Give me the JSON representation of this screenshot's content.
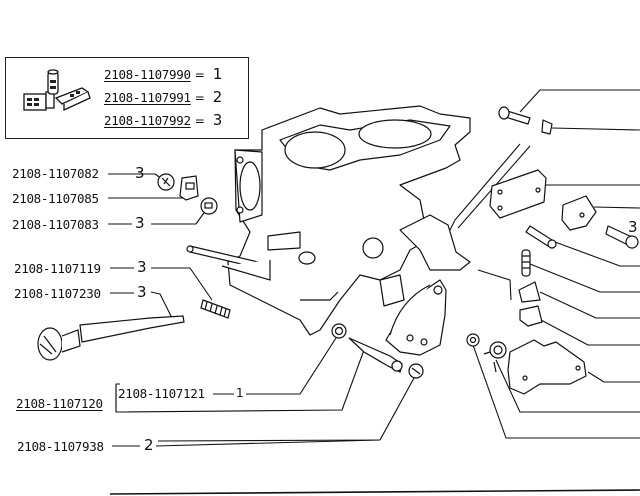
{
  "legend": {
    "title": "repair kit legend",
    "rows": [
      {
        "part": "2108-1107990",
        "eq": "=",
        "kit": "1"
      },
      {
        "part": "2108-1107991",
        "eq": "=",
        "kit": "2"
      },
      {
        "part": "2108-1107992",
        "eq": "=",
        "kit": "3"
      }
    ]
  },
  "callouts": [
    {
      "part": "2108-1107082",
      "kit": "3"
    },
    {
      "part": "2108-1107085",
      "kit": ""
    },
    {
      "part": "2108-1107083",
      "kit": "3"
    },
    {
      "part": "2108-1107119",
      "kit": "3"
    },
    {
      "part": "2108-1107230",
      "kit": "3"
    },
    {
      "part": "2108-1107120",
      "kit": ""
    },
    {
      "part": "2108-1107121",
      "kit": "1"
    },
    {
      "part": "2108-1107938",
      "kit": "2"
    }
  ],
  "dash": "—",
  "partial_right_label": "3"
}
